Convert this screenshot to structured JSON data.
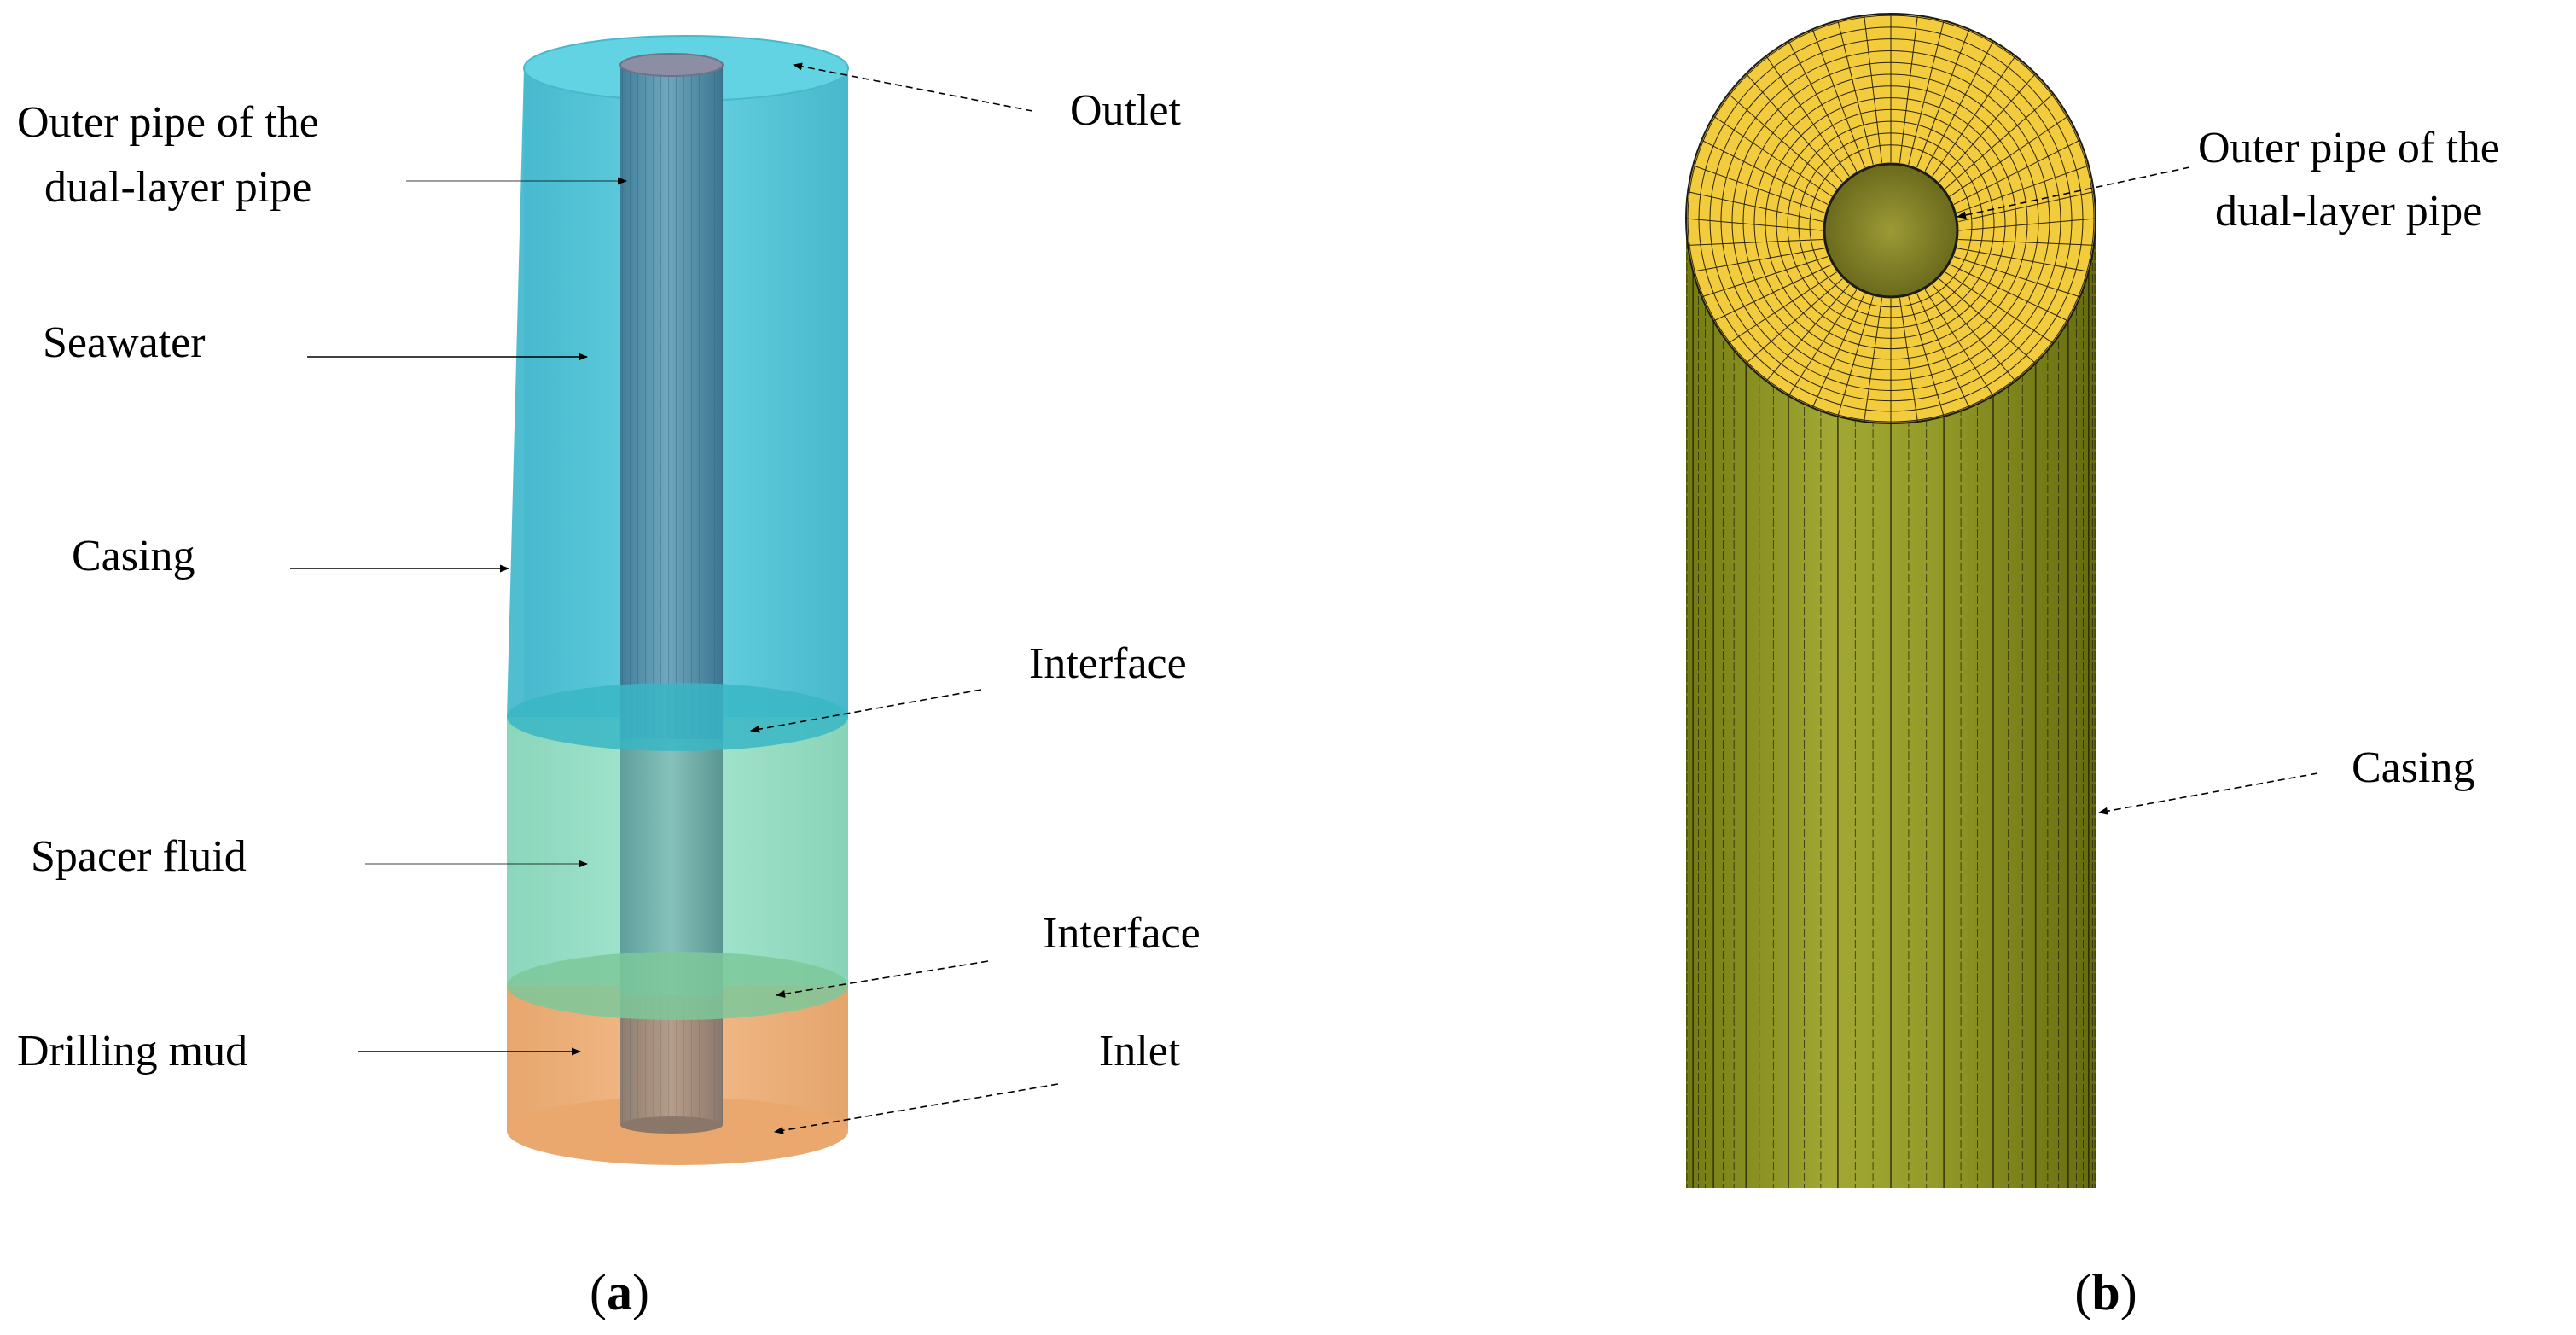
{
  "panel_a": {
    "caption_letter": "a",
    "labels": {
      "outer_pipe_line1": "Outer pipe of the",
      "outer_pipe_line2": "dual-layer pipe",
      "seawater": "Seawater",
      "casing": "Casing",
      "spacer_fluid": "Spacer fluid",
      "drilling_mud": "Drilling mud",
      "outlet": "Outlet",
      "interface_upper": "Interface",
      "interface_lower": "Interface",
      "inlet": "Inlet"
    }
  },
  "panel_b": {
    "caption_letter": "b",
    "labels": {
      "outer_pipe_line1": "Outer pipe of the",
      "outer_pipe_line2": "dual-layer pipe",
      "casing": "Casing"
    }
  },
  "colors": {
    "seawater": "#4cc6d8",
    "spacer_fluid": "#8fdcc0",
    "drilling_mud": "#ecac74",
    "inner_pipe": "#5a8fa8",
    "casing_mesh": "#8a9020",
    "annulus_top": "#f3cc3e"
  }
}
